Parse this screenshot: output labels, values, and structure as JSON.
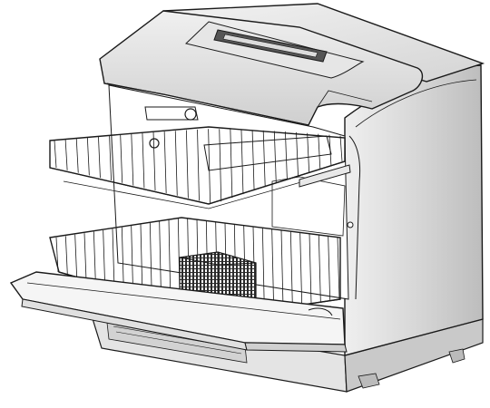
{
  "illustration": {
    "subject": "dishwasher-open-door-illustration",
    "upper_rack_wires": 26,
    "lower_rack_wires": 30
  },
  "colors": {
    "outline": "#1a1a1a",
    "body_light": "#f2f2f2",
    "body_mid": "#d9d9d9",
    "body_dark": "#b8b8b8",
    "top_light": "#ececec",
    "door": "#f5f5f5",
    "interior": "#ffffff",
    "basket": "#2b2b2b"
  }
}
